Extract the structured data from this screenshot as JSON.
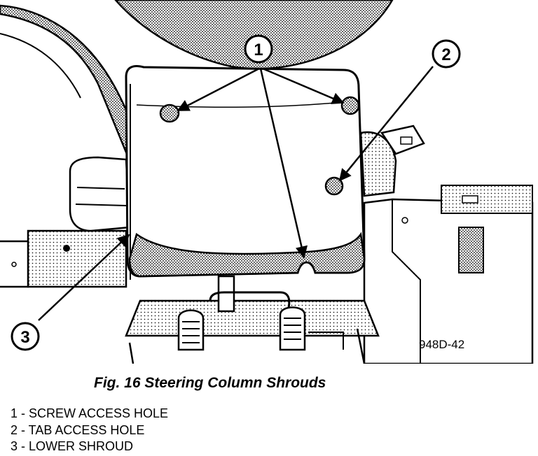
{
  "figure": {
    "reference_code": "948D-42",
    "caption": "Fig. 16 Steering Column Shrouds",
    "callouts": [
      {
        "number": "1"
      },
      {
        "number": "2"
      },
      {
        "number": "3"
      }
    ]
  },
  "legend": [
    {
      "text": "1 - SCREW ACCESS HOLE"
    },
    {
      "text": "2 - TAB ACCESS HOLE"
    },
    {
      "text": "3 - LOWER SHROUD"
    }
  ]
}
